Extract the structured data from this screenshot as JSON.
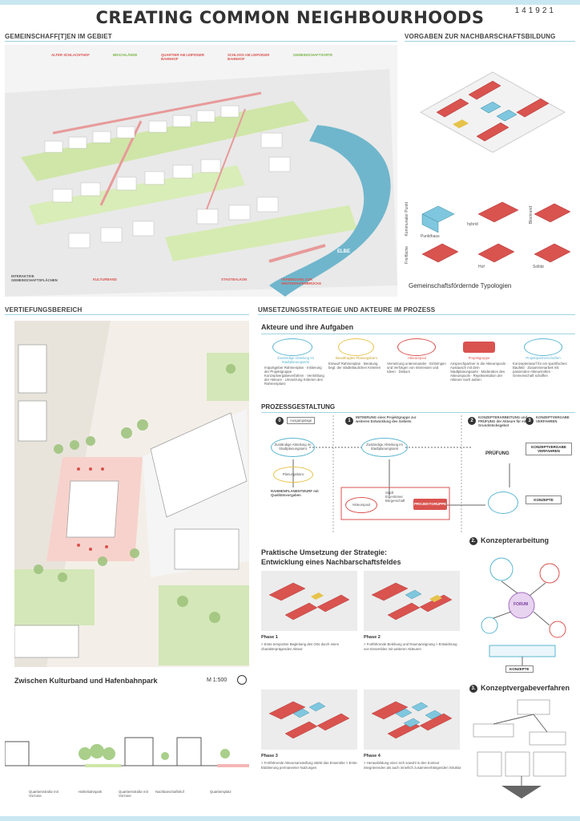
{
  "header": {
    "title": "CREATING COMMON NEIGHBOURHOODS",
    "project_id": "141921"
  },
  "sections": {
    "gebiet": "GEMEINSCHAFF[T]EN IM GEBIET",
    "vorgaben": "VORGABEN ZUR NACHBARSCHAFTSBILDUNG",
    "vertiefung": "VERTIEFUNGSBEREICH",
    "umsetzung": "UMSETZUNGSSTRATEGIE UND AKTEURE IM PROZESS"
  },
  "aerial_labels": [
    "ALTER SCHLACHTHOF",
    "BRACHLÄNDE",
    "QUARTIER AM LEIPZIGER BAHNHOF",
    "SCHLOSS AM LEIPZIGER BAHNHOF",
    "GEMEINSCHAFTSORTE",
    "INTERAKTIVE GEMEINSCHAFTSFLÄCHEN",
    "KULTURBAND",
    "STADTBALKON",
    "VERBINDUNG ZUR WINTERHAFENBRÜCKE"
  ],
  "river_label": "ELBE",
  "typologien": {
    "caption": "Gemeinschaftsfördernde Typologien",
    "rows": [
      "Kommunaler Punkt",
      "Freifläche"
    ],
    "cols": [
      "hybrid",
      "Blockrand"
    ],
    "items": [
      "Punkthaus",
      "Hof",
      "Solitär"
    ]
  },
  "vertiefung": {
    "caption": "Zwischen Kulturband und Hafenbahnpark",
    "scale": "M 1:500",
    "section_labels": [
      "Quartiersstraße mit Vorzone",
      "Hafenbahnpark",
      "Quartiersstraße mit Vorzone",
      "Nachbarschaftshof",
      "Quartiersplatz"
    ]
  },
  "akteure": {
    "title": "Akteure und ihre Aufgaben",
    "items": [
      {
        "name": "Zuständige Abteilung im Stadtplanungsamt",
        "tasks": "Impulsgeber Rahmenplan · Initiierung der Projektgruppe · Konzeptvergabeverfahren · Vermittlung der Akteure · Umsetzung Kriterien des Rahmenplans"
      },
      {
        "name": "Beauftragtes Planungsbüro",
        "tasks": "Entwurf Rahmenplan · Beratung begl. der städtebaulichen Kriterien"
      },
      {
        "name": "Akteurspool",
        "tasks": "Vernetzung untereinander · Einbringen und Verfolgen von Interessen und Ideen · Diskurs"
      },
      {
        "name": "Projektgruppe",
        "tasks": "Ansprechpartner in die Akteurspools · Austausch mit dem Stadtplanungsamt · Moderation des Akteurspools · Repräsentation der Akteure nach außen"
      },
      {
        "name": "Projektpartnerschaften",
        "tasks": "Konzeptentwurf für ein spezifisches Baufeld · Zusammenarbeit mit passenden Akteursrollen · Gemeinschaft schaffen"
      }
    ]
  },
  "prozess": {
    "title": "PROZESSGESTALTUNG",
    "steps": [
      "Ausgangslage",
      "INITIIERUNG einer Projektgruppe zur weiteren Entwicklung des Gebiets",
      "KONZEPTERARBEITUNG und PRÜFUNG der Akteure für ein Grundstücksgebot",
      "KONZEPTVERGABE VERFAHREN"
    ],
    "nodes": {
      "amt": "Zuständige Abteilung im Stadtplanungsamt",
      "buero": "Planungsbüro",
      "rahmen": "RAHMENPLANENTWURF mit Qualitätsvorgaben",
      "pool": "Akteurspool",
      "projektgruppe": "PROJEKTGRUPPE",
      "pruefung": "PRÜFUNG",
      "konzeptvergabe": "KONZEPTVERGABE VERFAHREN",
      "konzepte": "KONZEPTE",
      "vertretungen": [
        "Stadt",
        "Eigentümer",
        "Bürgerschaft"
      ]
    }
  },
  "praxis": {
    "title": "Praktische Umsetzung der Strategie:",
    "subtitle": "Entwicklung eines Nachbarschaftsfeldes",
    "phases": [
      {
        "label": "Phase 1",
        "desc": "> Erste temporäre Begleitung des Orts durch einen charakterprägenden Akteur"
      },
      {
        "label": "Phase 2",
        "desc": "> Fortführende Belebung und Raumaneignung > Entwicklung von Ensembles mit weiteren Akteuren"
      },
      {
        "label": "Phase 3",
        "desc": "> Fortführende Akteursansiedlung stärkt das Ensemble > Erste Etablierung permanenter Nutzungen"
      },
      {
        "label": "Phase 4",
        "desc": "> Herausbildung einer sich sowohl in den Kontext integrierenden als auch innerlich zusammenhängenden Struktur"
      }
    ]
  },
  "konzepterarbeitung": {
    "number": "2.",
    "title": "Konzepterarbeitung",
    "forum": "FORUM",
    "konzepte": "KONZEPTE"
  },
  "konzeptvergabe": {
    "number": "3.",
    "title": "Konzeptvergabeverfahren"
  },
  "colors": {
    "accent": "#9fd3e3",
    "block_red": "#d9534f",
    "block_blue": "#7fc7de",
    "green": "#9ccc65",
    "pink": "#f3b6b6"
  }
}
